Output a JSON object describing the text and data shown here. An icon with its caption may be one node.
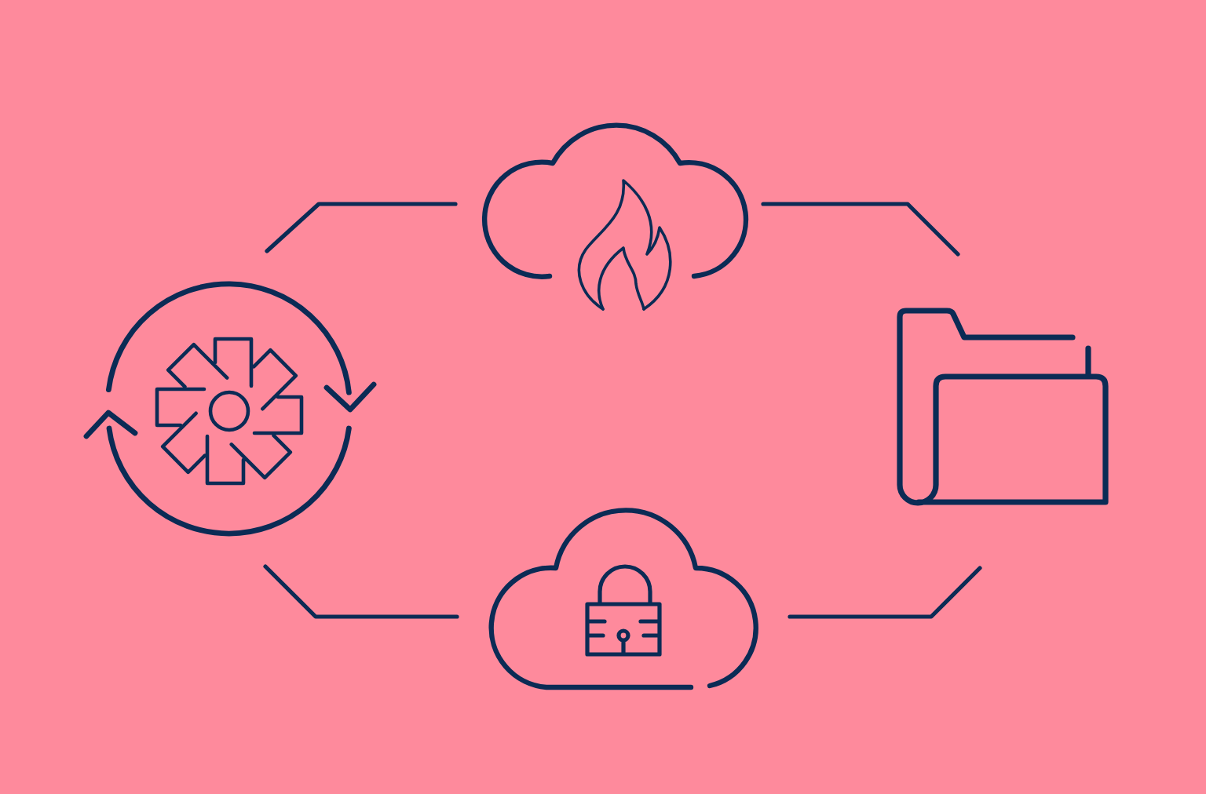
{
  "diagram": {
    "nodes": [
      {
        "text": [],
        "shape": "cloud"
      },
      {
        "text": [],
        "shape": "circle"
      },
      {
        "text": [],
        "shape": "folder"
      },
      {
        "text": [],
        "shape": "cloud"
      }
    ],
    "edges": [
      {
        "from": 1,
        "to": 0,
        "arrow": "none"
      },
      {
        "from": 0,
        "to": 2,
        "arrow": "none"
      },
      {
        "from": 1,
        "to": 3,
        "arrow": "none"
      },
      {
        "from": 3,
        "to": 2,
        "arrow": "none"
      }
    ]
  }
}
